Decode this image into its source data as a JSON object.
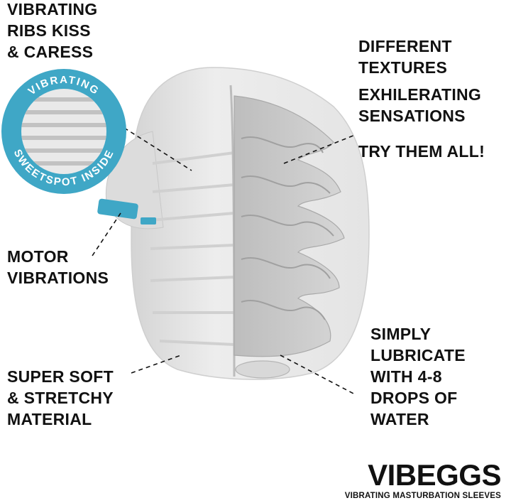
{
  "callouts": {
    "ribs": [
      "VIBRATING",
      "RIBS KISS",
      "& CARESS"
    ],
    "textures": [
      "DIFFERENT",
      "TEXTURES"
    ],
    "sensations": [
      "EXHILERATING",
      "SENSATIONS"
    ],
    "try": "TRY THEM ALL!",
    "motor": [
      "MOTOR",
      "VIBRATIONS"
    ],
    "material": [
      "SUPER SOFT",
      "& STRETCHY",
      "MATERIAL"
    ],
    "lubricate": [
      "SIMPLY",
      "LUBRICATE",
      "WITH 4-8",
      "DROPS OF",
      "WATER"
    ]
  },
  "badge": {
    "top": "VIBRATING",
    "bottom": "SWEETSPOT INSIDE"
  },
  "brand": {
    "name": "VIBEGGS",
    "tagline": "VIBRATING MASTURBATION SLEEVES"
  },
  "colors": {
    "accent": "#3fa7c6",
    "body": "#e2e2e2",
    "text": "#111111"
  }
}
